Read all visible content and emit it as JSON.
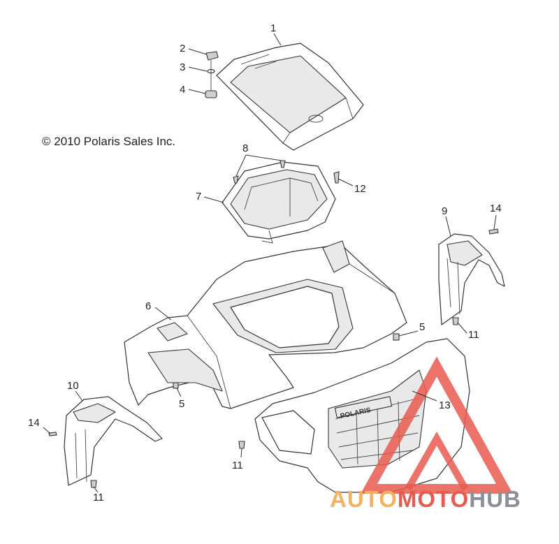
{
  "copyright": "© 2010 Polaris Sales Inc.",
  "grille_emblem": "POLARIS",
  "watermark": {
    "part1": "AUTO",
    "part2": "MOTO",
    "part3": "HUB",
    "colors": {
      "auto": "#f2b25f",
      "moto": "#e85a4f",
      "hub": "#8a8f99",
      "triangle": "#e85a4f"
    }
  },
  "callouts": {
    "c1": "1",
    "c2": "2",
    "c3": "3",
    "c4": "4",
    "c5a": "5",
    "c5b": "5",
    "c6": "6",
    "c7": "7",
    "c8": "8",
    "c9": "9",
    "c10": "10",
    "c11a": "11",
    "c11b": "11",
    "c11c": "11",
    "c12": "12",
    "c13": "13",
    "c14a": "14",
    "c14b": "14"
  }
}
